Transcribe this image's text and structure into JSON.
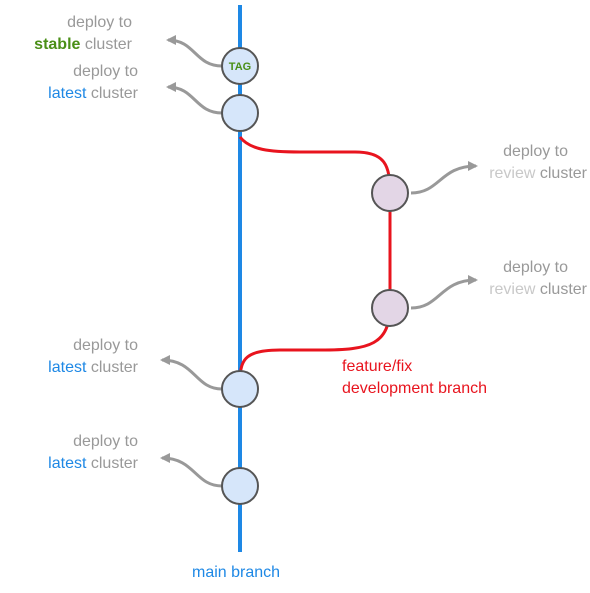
{
  "colors": {
    "main_branch": "#1e88e5",
    "feature_branch": "#e8141e",
    "main_commit_fill": "#d6e6fa",
    "feature_commit_fill": "#e3d6e6",
    "commit_stroke": "#555555",
    "arrow": "#999999",
    "tag_text": "#4a8f17"
  },
  "commits": {
    "tag_label": "TAG"
  },
  "labels": {
    "deploy_to": "deploy to",
    "cluster": "cluster",
    "stable": "stable",
    "latest": "latest",
    "review": "review"
  },
  "branches": {
    "main": "main branch",
    "feature_line1": "feature/fix",
    "feature_line2": "development branch"
  }
}
